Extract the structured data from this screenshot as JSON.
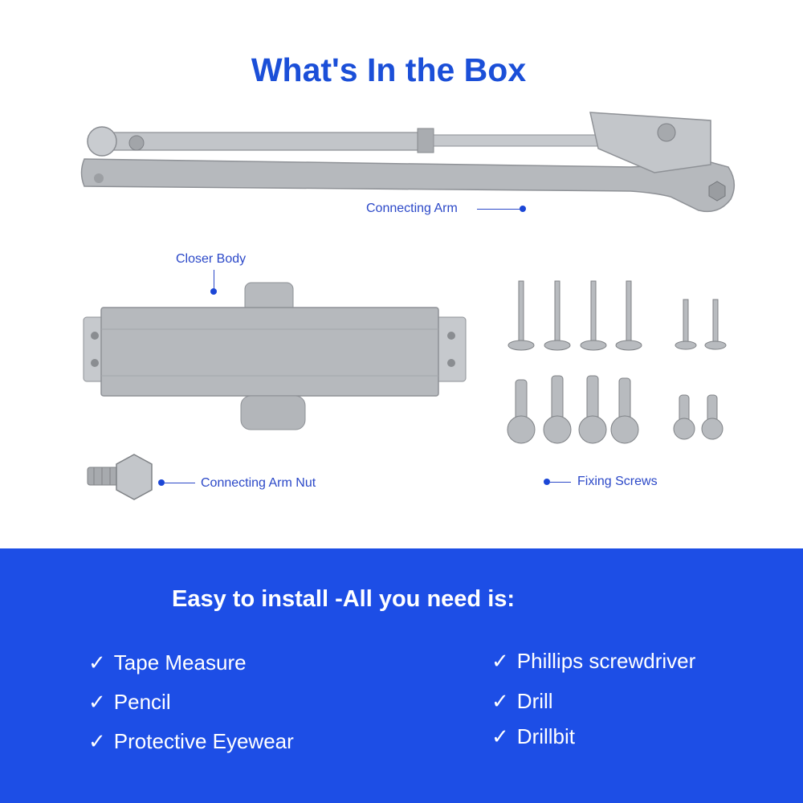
{
  "header": {
    "title": "What's In the Box"
  },
  "components": {
    "connecting_arm": "Connecting Arm",
    "closer_body": "Closer Body",
    "connecting_arm_nut": "Connecting Arm Nut",
    "fixing_screws": "Fixing Screws"
  },
  "install": {
    "heading": "Easy to install -All you need is:",
    "check_symbol": "✓",
    "left": [
      "Tape Measure",
      "Pencil",
      "Protective Eyewear"
    ],
    "right": [
      "Phillips screwdriver",
      "Drill",
      "Drillbit"
    ]
  },
  "colors": {
    "accent": "#1b4fd8",
    "banner": "#1d4ee6",
    "metal": "#b9bcc0"
  }
}
